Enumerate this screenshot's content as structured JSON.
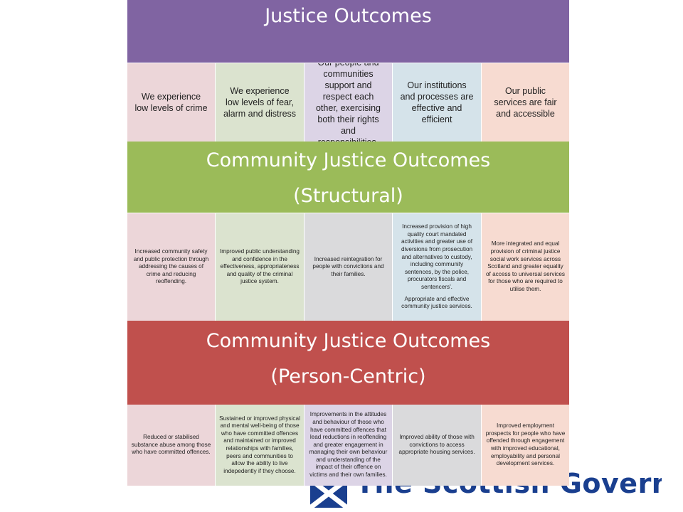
{
  "colors": {
    "purple": "#8064a2",
    "green": "#9bbb59",
    "red": "#c0504d",
    "logo_blue": "#1a3f8f"
  },
  "justice_outcomes": {
    "title": "Justice Outcomes",
    "items": [
      "We experience low levels of crime",
      "We experience low levels of fear, alarm and distress",
      "Our people and communities support and respect each other, exercising both their rights and responsibilities.",
      "Our institutions and processes are effective and efficient",
      "Our public services are fair and accessible"
    ]
  },
  "structural": {
    "title_line1": "Community Justice Outcomes",
    "title_line2": "(Structural)",
    "items": [
      "Increased community safety and public protection through addressing the causes of crime and reducing reoffending.",
      "Improved public understanding and confidence in the effectiveness, appropriateness and quality of the criminal justice system.",
      "Increased reintegration for people with convictions and their families.",
      "Increased provision of high quality court mandated activities and greater use of diversions from prosecution and alternatives to custody, including community sentences, by the police, procurators fiscals and sentencers'.",
      "More integrated and equal provision of criminal justice social work services across Scotland and greater equality of access to universal services for those who are required to utilise them."
    ],
    "item4_extra": "Appropriate and effective community justice services."
  },
  "person_centric": {
    "title_line1": "Community Justice Outcomes",
    "title_line2": "(Person-Centric)",
    "items": [
      "Reduced or stabilised substance abuse among those who have committed offences.",
      "Sustained or improved physical and mental well-being of those who have committed offences and maintained or improved relationships with families, peers and communities to allow the ability to live indepedently if they choose.",
      "Improvements in the attitudes and behaviour of those who have committed offences that lead reductions in reoffending and greater engagement in managing their own behaviour and understanding of the impact of their offence on victims and their own families.",
      "Improved ability of those with convictions to access appropriate housing services.",
      "Improved employment prospects for people who have offended through engagement with improved educational, employability and personal development services."
    ]
  },
  "footer": {
    "logo_text": "The Scottish Government"
  }
}
